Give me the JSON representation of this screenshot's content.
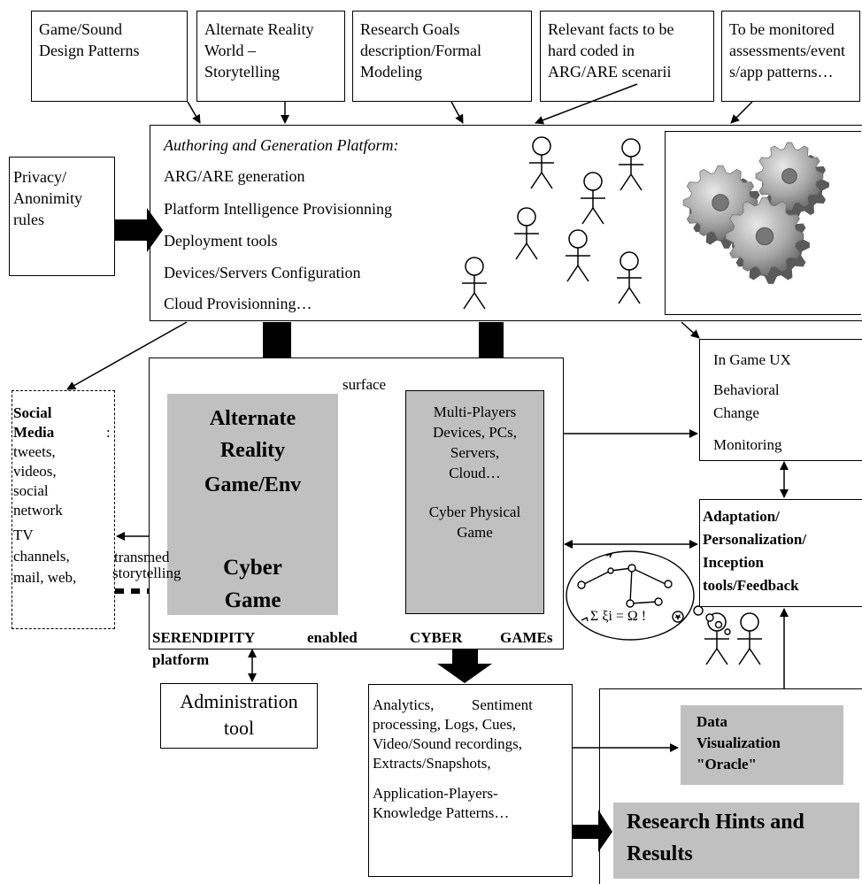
{
  "top_boxes": [
    {
      "lines": [
        "Game/Sound",
        "Design Patterns"
      ]
    },
    {
      "lines": [
        "Alternate Reality",
        "World –",
        "Storytelling"
      ]
    },
    {
      "lines": [
        "Research Goals",
        "description/Formal",
        "Modeling"
      ]
    },
    {
      "lines": [
        "Relevant facts to be",
        "hard coded in",
        "ARG/ARE scenarii"
      ]
    },
    {
      "lines": [
        "To be monitored",
        "assessments/event",
        "s/app patterns…"
      ]
    }
  ],
  "privacy_box": {
    "lines": [
      "Privacy/",
      "Anonimity",
      "rules"
    ]
  },
  "platform": {
    "title": "Authoring and Generation Platform:",
    "items": [
      "ARG/ARE generation",
      "Platform Intelligence Provisionning",
      "Deployment tools",
      "Devices/Servers Configuration",
      "Cloud Provisionning…"
    ]
  },
  "social_media": {
    "title": "Social Media",
    "colon": ":",
    "lines": [
      "tweets,",
      "videos,",
      "social",
      "network",
      "TV",
      "channels,",
      "mail,     web,"
    ]
  },
  "arg_block": {
    "lines": [
      "Alternate",
      "Reality",
      "Game/Env"
    ],
    "cyber": [
      "Cyber",
      "Game"
    ]
  },
  "surface_label": "surface",
  "multi_block": {
    "lines": [
      "Multi-Players",
      "Devices, PCs,",
      "Servers,",
      "Cloud…"
    ],
    "cyber_lines": [
      "Cyber Physical",
      "Game"
    ]
  },
  "serendipity": {
    "words": [
      "SERENDIPITY",
      "enabled",
      "CYBER",
      "GAMEs"
    ],
    "second": "platform"
  },
  "transmed": {
    "line1": "transmed",
    "line2": "storytelling"
  },
  "in_game": {
    "lines": [
      "In Game UX",
      "Behavioral",
      "Change",
      "Monitoring"
    ]
  },
  "adaptation": {
    "lines": [
      "Adaptation/",
      "Personalization/",
      "Inception",
      "tools/Feedback"
    ]
  },
  "thought_formula": "Σ ξi = Ω !",
  "admin": {
    "lines": [
      "Administration",
      "tool"
    ]
  },
  "analytics": {
    "lines": [
      "Analytics,          Sentiment",
      "processing, Logs, Cues,",
      "Video/Sound recordings,",
      "Extracts/Snapshots,"
    ],
    "lines2": [
      "Application-Players-",
      "Knowledge Patterns…"
    ]
  },
  "data_viz": {
    "lines": [
      "Data",
      "Visualization",
      "\"Oracle\""
    ]
  },
  "research": {
    "lines": [
      "Research Hints and",
      "Results"
    ]
  }
}
